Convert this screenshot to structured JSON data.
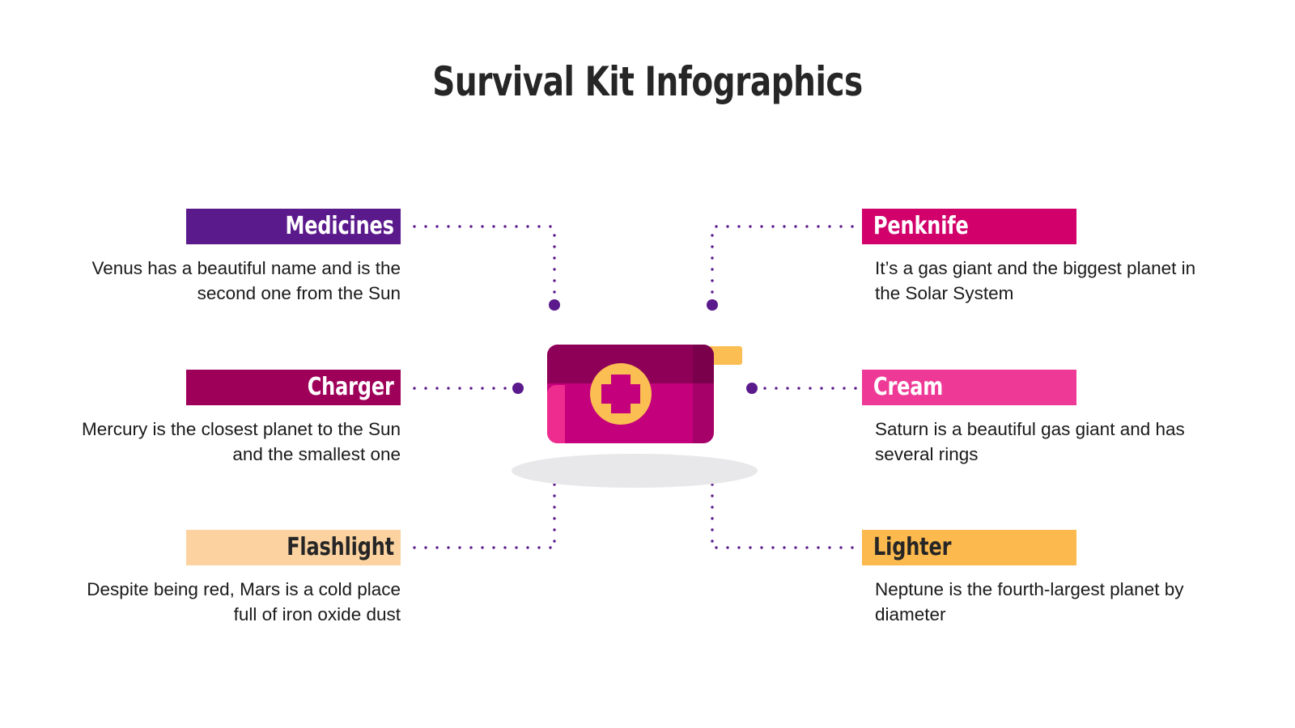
{
  "header": {
    "title": "Survival Kit Infographics"
  },
  "colors": {
    "connector": "#5B1A8C",
    "background": "#FFFFFF",
    "title_text": "#262626",
    "body_text": "#1A1A1A",
    "kit_body": "#C4007C",
    "kit_top": "#8E0057",
    "kit_highlight": "#EE2C8F",
    "kit_accent": "#FBBE52",
    "kit_shadow": "#E8E8EA"
  },
  "illustration": {
    "name": "first-aid-kit",
    "cross_symbol": "medical-cross",
    "handle": "kit-handle"
  },
  "items": [
    {
      "id": "medicines",
      "side": "left",
      "row": 1,
      "label": "Medicines",
      "description": "Venus has a beautiful name and is the second one from the Sun",
      "bar_color": "#5B1A8C",
      "label_color": "#FFFFFF"
    },
    {
      "id": "charger",
      "side": "left",
      "row": 2,
      "label": "Charger",
      "description": "Mercury is the closest planet to the Sun and the smallest one",
      "bar_color": "#9E0059",
      "label_color": "#FFFFFF"
    },
    {
      "id": "flashlight",
      "side": "left",
      "row": 3,
      "label": "Flashlight",
      "description": "Despite being red, Mars is a cold place full of iron oxide dust",
      "bar_color": "#FCD3A0",
      "label_color": "#262626"
    },
    {
      "id": "penknife",
      "side": "right",
      "row": 1,
      "label": "Penknife",
      "description": "It’s a gas giant and the biggest planet in the Solar System",
      "bar_color": "#D1006B",
      "label_color": "#FFFFFF"
    },
    {
      "id": "cream",
      "side": "right",
      "row": 2,
      "label": "Cream",
      "description": "Saturn is a beautiful gas giant and has several rings",
      "bar_color": "#EE3A96",
      "label_color": "#FFFFFF"
    },
    {
      "id": "lighter",
      "side": "right",
      "row": 3,
      "label": "Lighter",
      "description": "Neptune is the fourth-largest planet by diameter",
      "bar_color": "#FCB94D",
      "label_color": "#262626"
    }
  ]
}
